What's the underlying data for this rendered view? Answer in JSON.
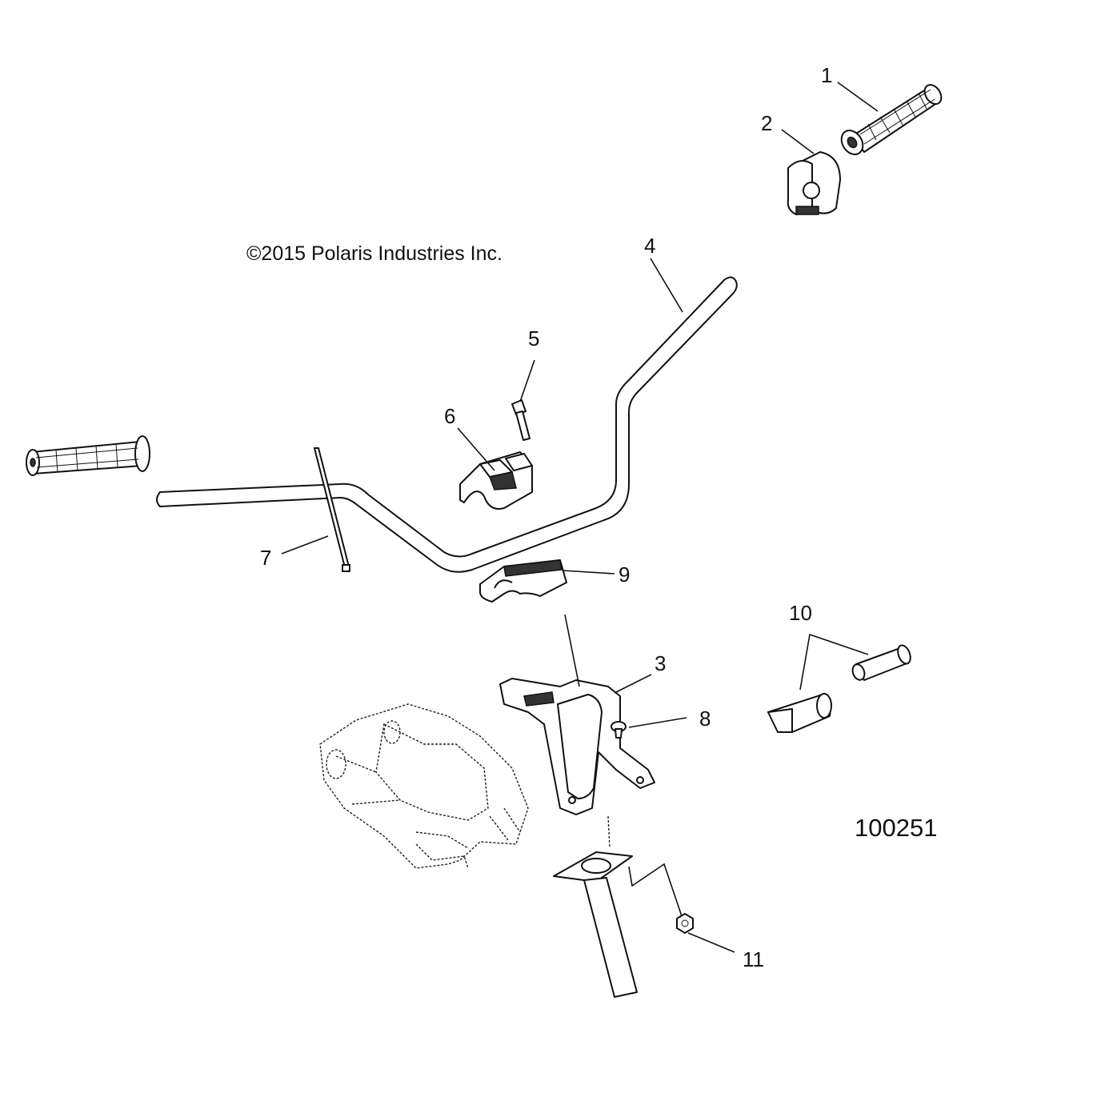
{
  "diagram": {
    "copyright": "©2015 Polaris Industries Inc.",
    "figure_number": "100251",
    "callouts": [
      "1",
      "2",
      "3",
      "4",
      "5",
      "6",
      "7",
      "8",
      "9",
      "10",
      "11"
    ]
  }
}
